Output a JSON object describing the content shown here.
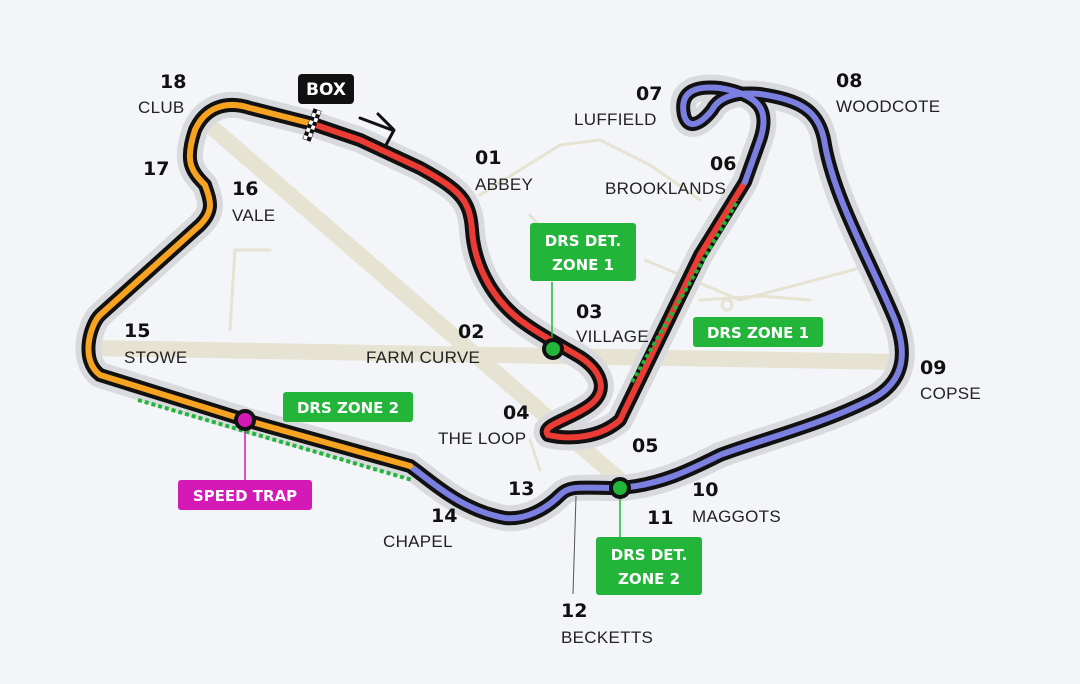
{
  "box": {
    "label": "BOX"
  },
  "corners": [
    {
      "num": "01",
      "name": "ABBEY"
    },
    {
      "num": "02",
      "name": "FARM CURVE"
    },
    {
      "num": "03",
      "name": "VILLAGE"
    },
    {
      "num": "04",
      "name": "THE LOOP"
    },
    {
      "num": "05",
      "name": ""
    },
    {
      "num": "06",
      "name": "BROOKLANDS"
    },
    {
      "num": "07",
      "name": "LUFFIELD"
    },
    {
      "num": "08",
      "name": "WOODCOTE"
    },
    {
      "num": "09",
      "name": "COPSE"
    },
    {
      "num": "10",
      "name": "MAGGOTS"
    },
    {
      "num": "11",
      "name": ""
    },
    {
      "num": "12",
      "name": "BECKETTS"
    },
    {
      "num": "13",
      "name": ""
    },
    {
      "num": "14",
      "name": "CHAPEL"
    },
    {
      "num": "15",
      "name": "STOWE"
    },
    {
      "num": "16",
      "name": "VALE"
    },
    {
      "num": "17",
      "name": ""
    },
    {
      "num": "18",
      "name": "CLUB"
    }
  ],
  "badges": {
    "drs_det_1": [
      "DRS DET.",
      "ZONE 1"
    ],
    "drs_det_2": [
      "DRS DET.",
      "ZONE 2"
    ],
    "drs_zone_1": "DRS ZONE 1",
    "drs_zone_2": "DRS ZONE 2",
    "speed_trap": "SPEED TRAP"
  },
  "colors": {
    "sector_1": "#ea3b34",
    "sector_2": "#7b7fe0",
    "sector_3": "#f5a320",
    "drs": "#22b53a",
    "speed_trap": "#d419b6",
    "background": "#f3f5f8"
  },
  "icons": [
    "start-finish-flag-icon",
    "direction-arrow-icon"
  ]
}
